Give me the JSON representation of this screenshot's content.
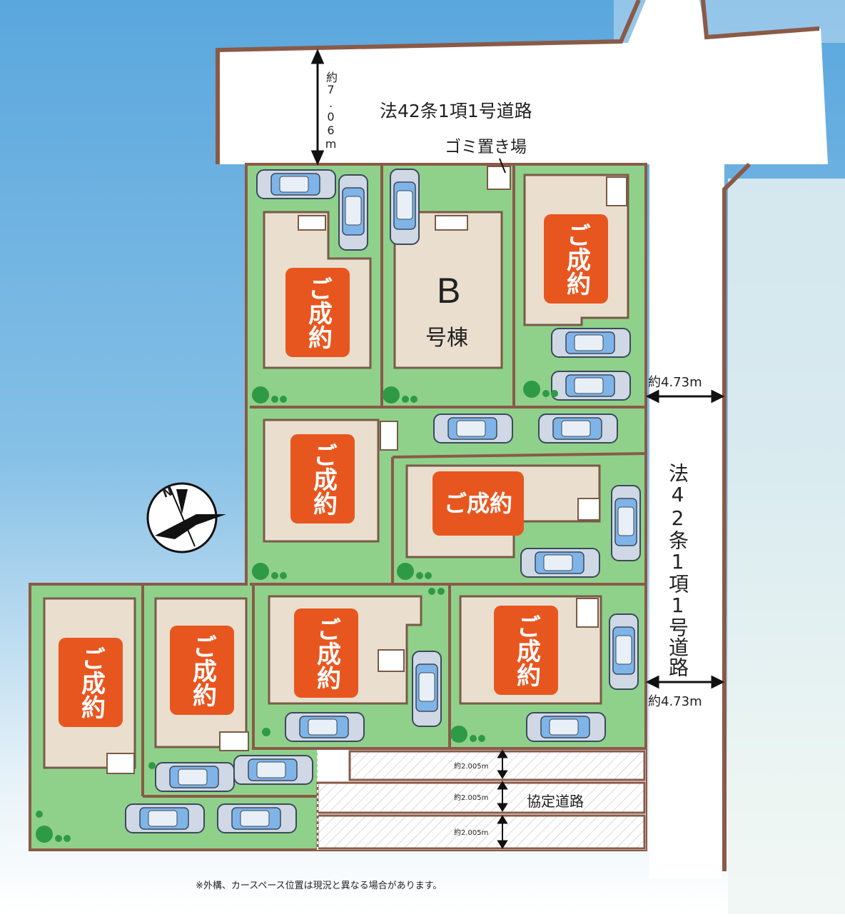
{
  "roads": {
    "north_road_label": "法42条1項1号道路",
    "north_road_width": "約7.06m",
    "east_road_label": "法42条1項1号道路",
    "east_road_width_upper": "約4.73m",
    "east_road_width_lower": "約4.73m",
    "agreement_road_label": "協定道路",
    "agreement_lane_widths": [
      "約2.005m",
      "約2.005m",
      "約2.005m"
    ]
  },
  "facilities": {
    "garbage_station": "ゴミ置き場"
  },
  "lots": [
    {
      "id": "lot-1",
      "status": "ご成約",
      "sold": true
    },
    {
      "id": "lot-b",
      "letter": "B",
      "name": "号棟",
      "sold": false
    },
    {
      "id": "lot-3",
      "status": "ご成約",
      "sold": true
    },
    {
      "id": "lot-4",
      "status": "ご成約",
      "sold": true
    },
    {
      "id": "lot-5",
      "status": "ご成約",
      "sold": true
    },
    {
      "id": "lot-6",
      "status": "ご成約",
      "sold": true
    },
    {
      "id": "lot-7",
      "status": "ご成約",
      "sold": true
    },
    {
      "id": "lot-8",
      "status": "ご成約",
      "sold": true
    },
    {
      "id": "lot-9",
      "status": "ご成約",
      "sold": true
    }
  ],
  "compass": {
    "north_label": "N"
  },
  "footnote": "※外構、カースペース位置は現況と異なる場合があります。",
  "colors": {
    "sky": "#6fb3df",
    "lawn": "#8fd18b",
    "building": "#eadfcf",
    "boundary": "#8a5a48",
    "sold_badge": "#e8561f"
  }
}
